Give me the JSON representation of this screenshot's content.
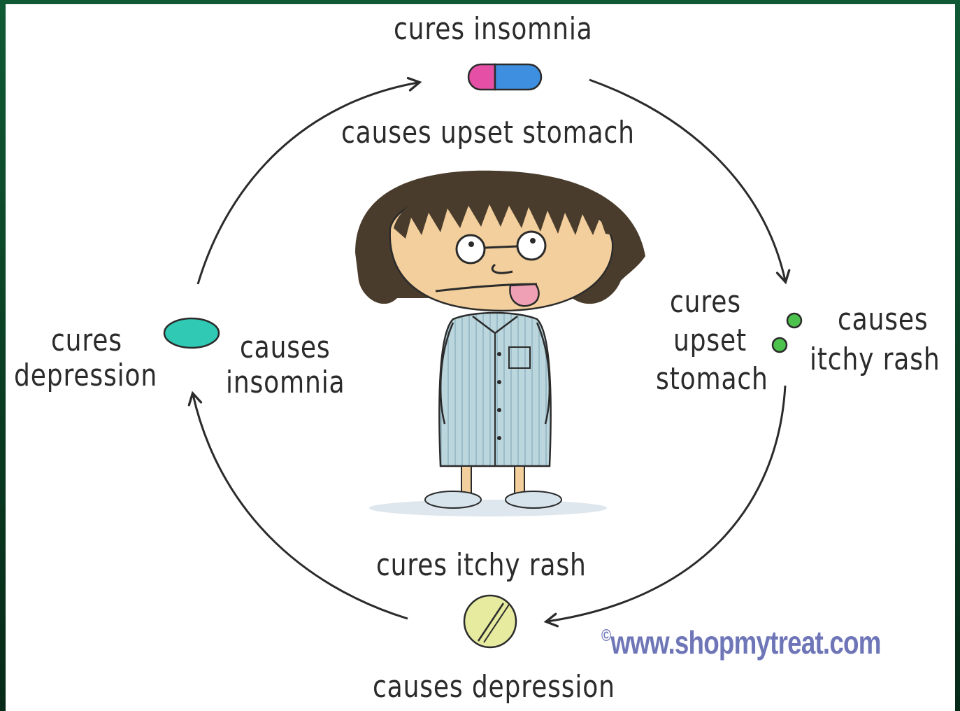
{
  "labels": {
    "top_cures": "cures insomnia",
    "top_causes": "causes upset stomach",
    "right_cures": [
      "cures",
      "upset",
      "stomach"
    ],
    "right_causes": [
      "causes",
      "itchy rash"
    ],
    "bottom_cures": "cures itchy rash",
    "bottom_causes": "causes depression",
    "left_cures": [
      "cures",
      "depression"
    ],
    "left_causes": [
      "causes",
      "insomnia"
    ]
  },
  "watermark": {
    "symbol": "©",
    "text": "www.shopmytreat.com"
  },
  "colors": {
    "frame": "#0f5a34",
    "ink": "#2b2b2b",
    "capsule_left": "#e64fa6",
    "capsule_right": "#3e8fe0",
    "oval_pill": "#2fc9b4",
    "small_pills": "#4cc24c",
    "round_pill": "#e6eba0",
    "gown": "#bcd6de",
    "skin": "#f2cf9c",
    "hair": "#4a3c2c",
    "watermark": "#6f76b8"
  }
}
